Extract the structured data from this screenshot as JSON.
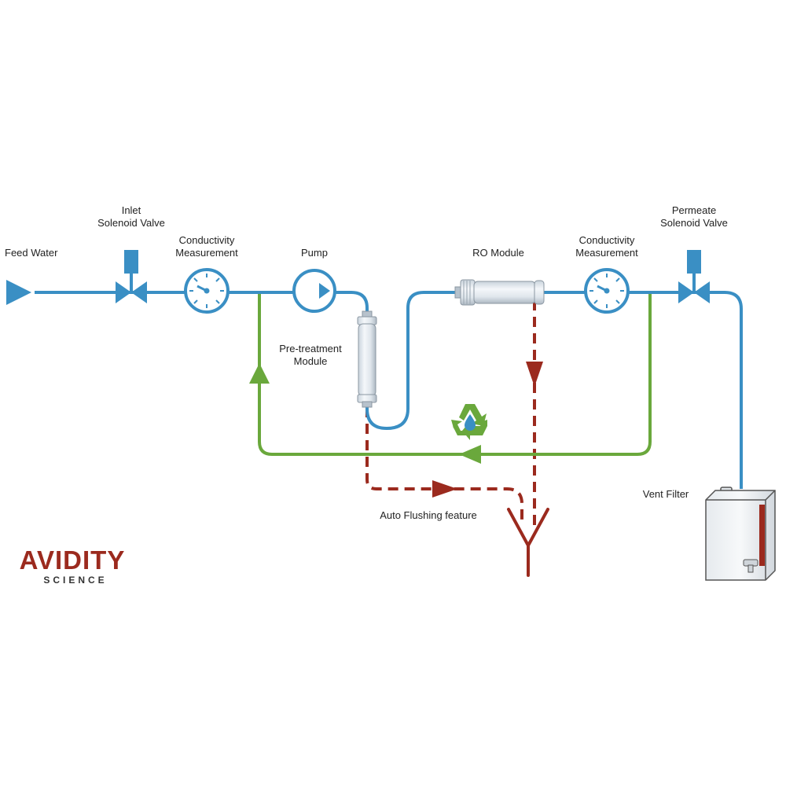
{
  "colors": {
    "pipe_blue": "#3a8fc4",
    "recirc_green": "#6aa83c",
    "drain_red": "#9b2a1e",
    "brand_red": "#9b2a1e",
    "brand_dark": "#333333"
  },
  "labels": {
    "feed_water": "Feed Water",
    "inlet_valve_l1": "Inlet",
    "inlet_valve_l2": "Solenoid Valve",
    "cond1_l1": "Conductivity",
    "cond1_l2": "Measurement",
    "pump": "Pump",
    "pretreat_l1": "Pre-treatment",
    "pretreat_l2": "Module",
    "ro_module": "RO Module",
    "cond2_l1": "Conductivity",
    "cond2_l2": "Measurement",
    "permeate_valve_l1": "Permeate",
    "permeate_valve_l2": "Solenoid Valve",
    "vent_filter": "Vent Filter",
    "auto_flush": "Auto Flushing feature"
  },
  "logo": {
    "name": "AVIDITY",
    "sub": "SCIENCE"
  },
  "icons": {
    "feed_arrow": "triangle-right-icon",
    "valve": "solenoid-valve-icon",
    "gauge": "conductivity-gauge-icon",
    "pump": "pump-icon",
    "recycle": "recycle-water-icon",
    "drain": "drain-icon",
    "tank": "storage-tank-icon"
  }
}
